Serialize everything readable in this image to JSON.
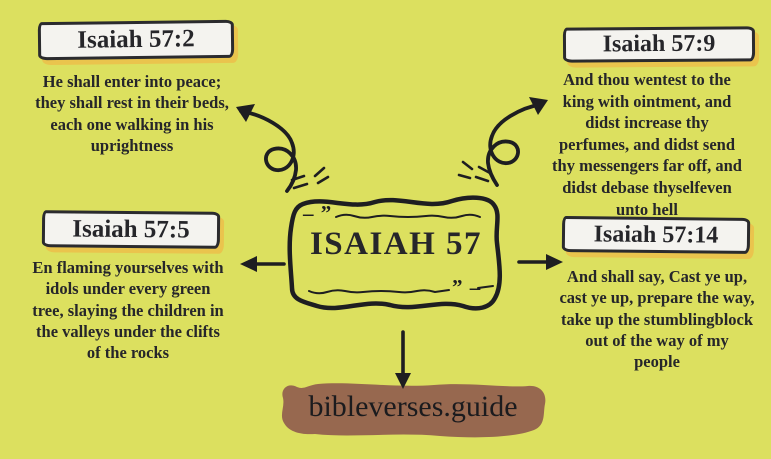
{
  "canvas": {
    "background_color": "#dce05f",
    "ink_color": "#1e1e21",
    "verse_box_fill": "#f4f3ef",
    "verse_box_shadow_color": "#eac44d",
    "blob_color": "#97684f"
  },
  "center_box": {
    "title": "ISAIAH 57",
    "top_decoration": "– ”",
    "bottom_decoration": "” –"
  },
  "verses": [
    {
      "label": "Isaiah 57:2",
      "lines": [
        "He shall enter into peace;",
        "they shall rest in their beds,",
        "each one walking in his",
        "uprightness"
      ]
    },
    {
      "label": "Isaiah 57:5",
      "lines": [
        "En flaming yourselves with",
        "idols under every green",
        "tree, slaying the children in",
        "the valleys under the clifts",
        "of the rocks"
      ]
    },
    {
      "label": "Isaiah 57:9",
      "lines": [
        "And thou wentest to the",
        "king with ointment, and",
        "didst increase thy",
        "perfumes, and didst send",
        "thy messengers far off, and",
        "didst debase thyselfeven",
        "unto hell"
      ]
    },
    {
      "label": "Isaiah 57:14",
      "lines": [
        "And shall say, Cast ye up,",
        "cast ye up, prepare the way,",
        "take up the stumblingblock",
        "out of the way of my",
        "people"
      ]
    }
  ],
  "watermark": {
    "text": "bibleverses.guide"
  }
}
